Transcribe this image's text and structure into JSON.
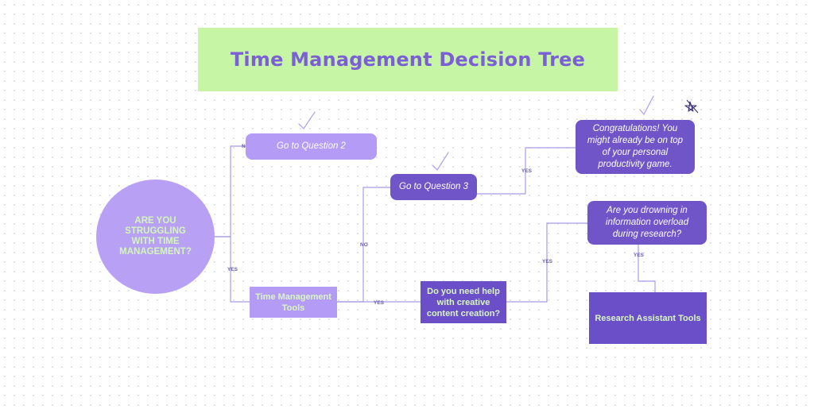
{
  "title": "Time Management Decision Tree",
  "nodes": {
    "start": "ARE YOU STRUGGLING WITH TIME MANAGEMENT?",
    "q2": "Go to Question 2",
    "q3": "Go to Question 3",
    "congrats": "Congratulations! You might already be on top of your personal productivity game.",
    "tm_tools": "Time Management Tools",
    "creative": "Do you need help with creative content creation?",
    "drowning": "Are you drowning in information overload during research?",
    "research_tools": "Research Assistant Tools"
  },
  "edge_labels": {
    "start_to_q2": "NO",
    "start_to_tools": "YES",
    "tools_to_q3": "NO",
    "tools_to_creative": "YES",
    "q3_to_congrats": "YES",
    "creative_to_drowning": "YES",
    "drowning_to_research": "YES"
  },
  "colors": {
    "title_bg": "#c7f5a6",
    "title_text": "#7b5fd4",
    "light_purple": "#b49cf6",
    "dark_purple": "#6a4fc8",
    "connector": "#a99be6"
  },
  "icons": [
    "check-icon",
    "check-icon",
    "check-icon",
    "star-doodle-icon"
  ]
}
